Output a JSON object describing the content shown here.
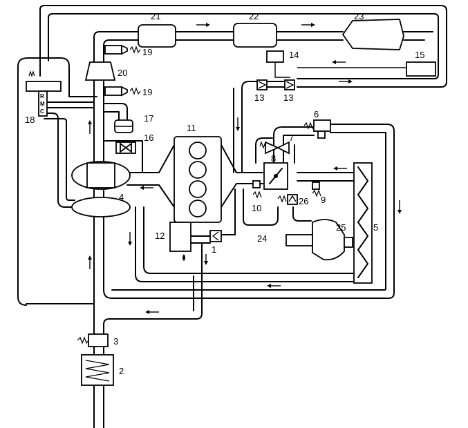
{
  "labels": {
    "c1": "1",
    "c2": "2",
    "c3": "3",
    "c4": "4",
    "c5": "5",
    "c6": "6",
    "c7": "7",
    "c8": "8",
    "c9": "9",
    "c10": "10",
    "c11": "11",
    "c12": "12",
    "c13a": "13",
    "c13b": "13",
    "c14": "14",
    "c15": "15",
    "c16": "16",
    "c17": "17",
    "c18": "18",
    "c19a": "19",
    "c19b": "19",
    "c20": "20",
    "c21": "21",
    "c22": "22",
    "c23": "23",
    "c24": "24",
    "c25": "25",
    "c26": "26"
  },
  "valve_letters": {
    "r": "R",
    "m": "M",
    "c": "C"
  },
  "colors": {
    "line": "#000000",
    "background": "#ffffff"
  }
}
